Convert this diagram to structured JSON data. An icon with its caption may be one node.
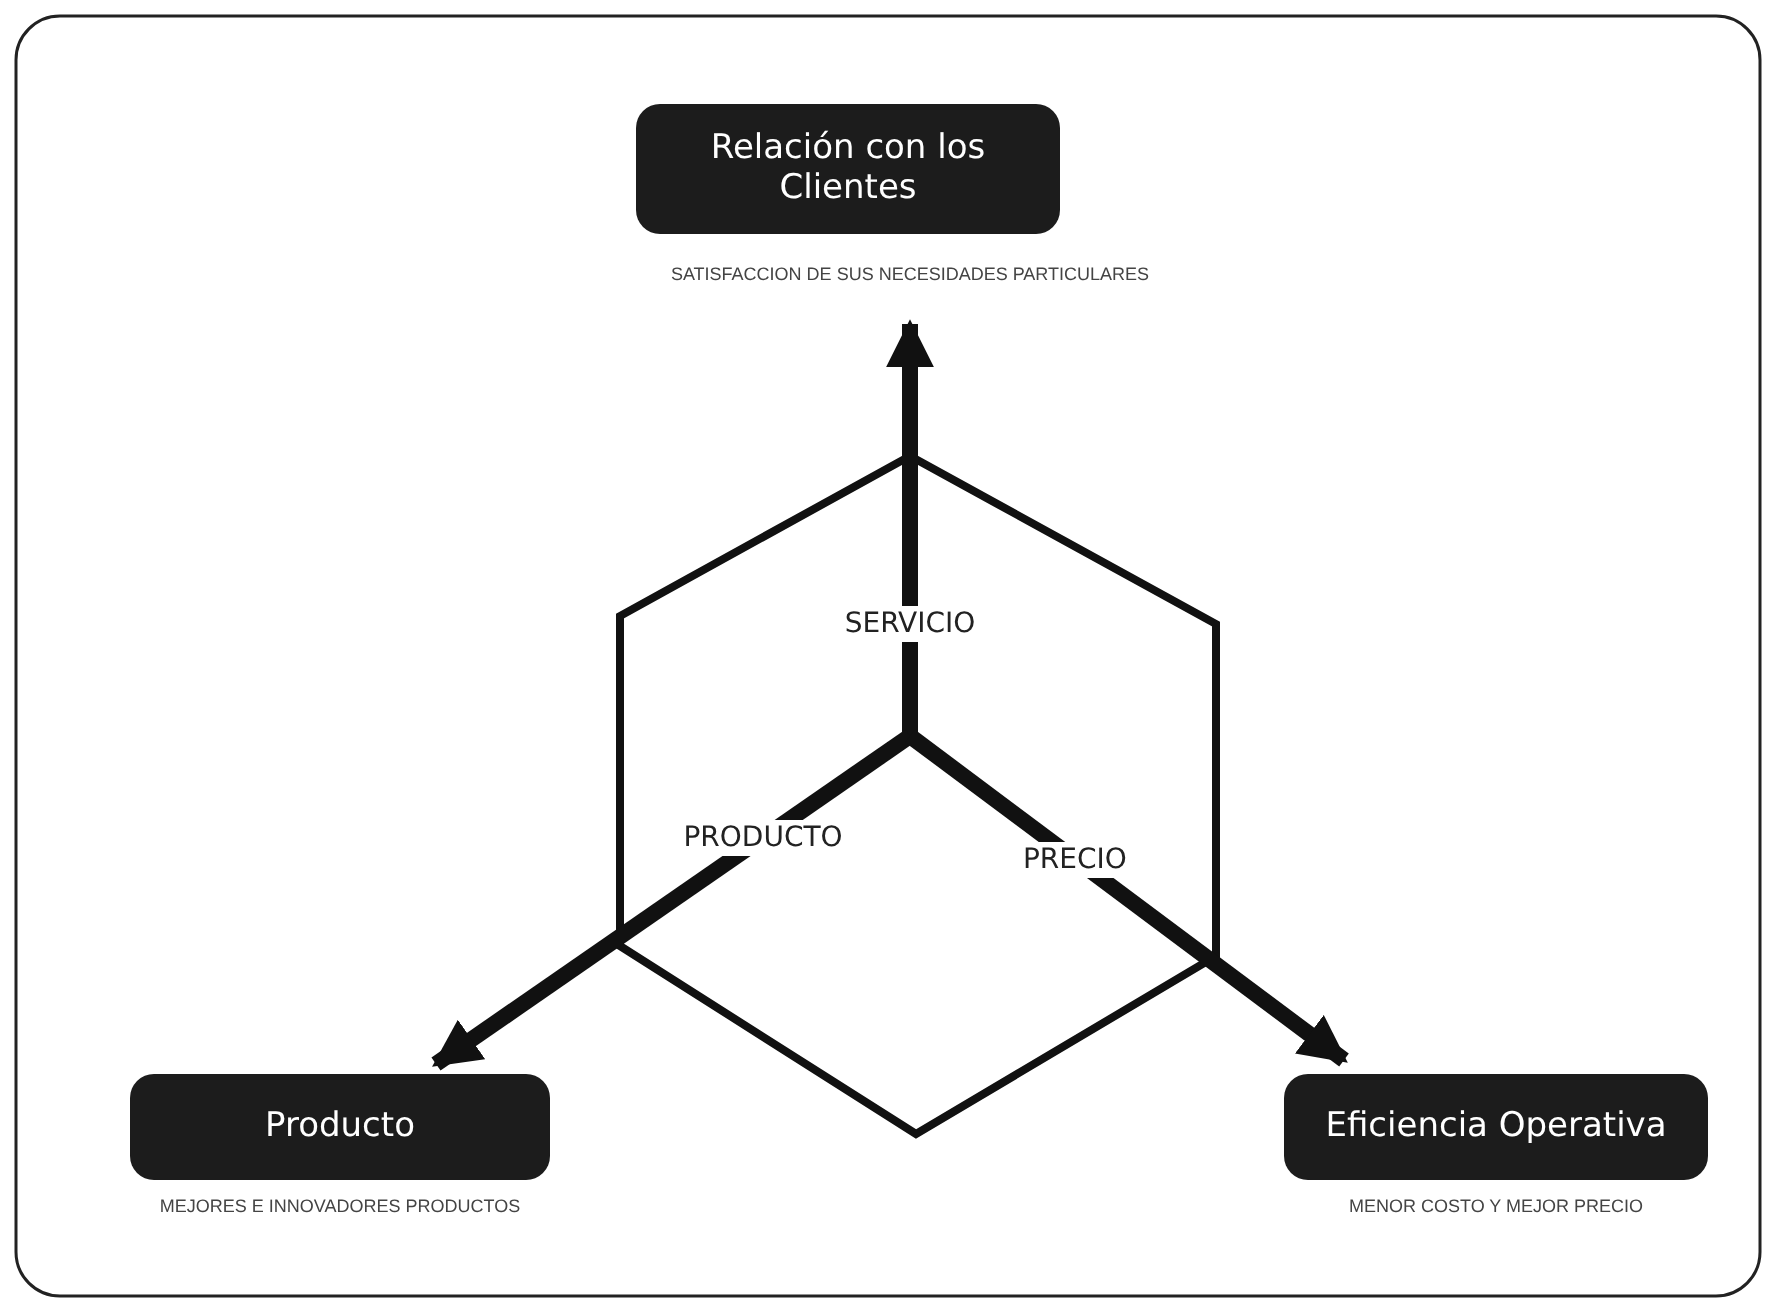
{
  "diagram": {
    "nodes": [
      {
        "text": [
          "Relación con los Clientes"
        ],
        "beside": [
          "SATISFACCION DE SUS NECESIDADES PARTICULARES"
        ]
      },
      {
        "text": [
          "Producto"
        ],
        "beside": [
          "MEJORES E INNOVADORES PRODUCTOS"
        ]
      },
      {
        "text": [
          "Eficiencia Operativa"
        ],
        "beside": [
          "MENOR COSTO Y MEJOR PRECIO"
        ]
      }
    ],
    "edges": [
      {
        "from": null,
        "to": 0,
        "arrow": "to",
        "label": "SERVICIO"
      },
      {
        "from": null,
        "to": 1,
        "arrow": "to",
        "label": "PRODUCTO"
      },
      {
        "from": null,
        "to": 2,
        "arrow": "to",
        "label": "PRECIO"
      }
    ]
  }
}
